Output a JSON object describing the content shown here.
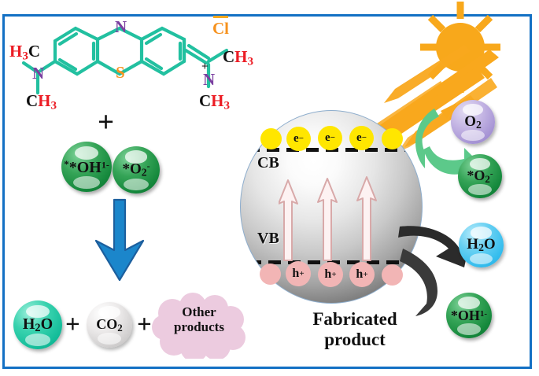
{
  "figure": {
    "title": "Photocatalytic degradation mechanism schematic",
    "border_color": "#1370c4"
  },
  "molecule": {
    "name": "methylene-blue",
    "labels": {
      "h3c_left": {
        "h": "H",
        "sub3": "3",
        "c": "C"
      },
      "n_left": "N",
      "ch3_left_bottom": {
        "c": "C",
        "h": "H",
        "sub3": "3"
      },
      "ring_n_top": "N",
      "ring_s_bottom": "S",
      "chloride": "Cl",
      "chloride_charge": "−",
      "n_right": "N",
      "n_right_charge": "+",
      "ch3_right_top": {
        "c": "C",
        "h": "H",
        "sub3": "3"
      },
      "ch3_right_bottom": {
        "c": "C",
        "h": "H",
        "sub3": "3"
      }
    },
    "colors": {
      "bond": "#22c0a0",
      "nitrogen": "#7b3fa0",
      "sulfur": "#f6921e",
      "chlorine": "#f6a81e",
      "carbon": "#101010",
      "hydrogen": "#ec1c24"
    }
  },
  "reactants": {
    "plus_symbol": "+",
    "radicals": [
      {
        "label": "*OH",
        "superscript": "1-",
        "color": "#15883c",
        "name": "hydroxyl-radical"
      },
      {
        "label": "*O",
        "subscript": "2",
        "superscript": "-",
        "color": "#15883c",
        "name": "superoxide-radical"
      }
    ]
  },
  "arrow_down": {
    "name": "degradation-arrow",
    "color": "#1b7fc4",
    "direction": "down"
  },
  "products": {
    "plus_symbol": "+",
    "items": [
      {
        "label": "H",
        "subscript": "2",
        "suffix": "O",
        "color": "#14bd9a",
        "name": "water-product"
      },
      {
        "label": "CO",
        "subscript": "2",
        "suffix": "",
        "color": "#d2d0d0",
        "name": "carbon-dioxide-product"
      }
    ],
    "cloud": {
      "line1": "Other",
      "line2": "products",
      "color": "#eccbdf"
    }
  },
  "catalyst": {
    "caption_line1": "Fabricated",
    "caption_line2": "product",
    "conduction_band_label": "CB",
    "valence_band_label": "VB",
    "electron_label": "e",
    "electron_charge": "−",
    "hole_label": "h",
    "hole_charge": "+",
    "electron_count": 5,
    "electron_labeled_count": 3,
    "hole_count": 5,
    "hole_labeled_count": 3,
    "excitation_arrow_count": 3,
    "electron_color": "#ffe600",
    "hole_color": "#f2b5b5"
  },
  "light": {
    "sun_name": "sun-icon",
    "sun_color": "#f8a81b",
    "ray_count": 8,
    "beam_count": 2,
    "beam_color": "#f9a81d"
  },
  "right_species": [
    {
      "label": "O",
      "subscript": "2",
      "superscript": "",
      "color": "#a593d4",
      "name": "oxygen-molecule"
    },
    {
      "label": "*O",
      "subscript": "2",
      "superscript": "-",
      "color": "#15883c",
      "name": "superoxide-radical-product"
    },
    {
      "label": "H",
      "subscript": "2",
      "suffix": "O",
      "color": "#35bdee",
      "name": "water-molecule"
    },
    {
      "label": "*OH",
      "superscript": "1-",
      "color": "#15883c",
      "name": "hydroxyl-radical-product"
    }
  ],
  "arrows": {
    "green": {
      "name": "oxygen-reduction-arrow",
      "color": "#5cc98a"
    },
    "black": {
      "name": "water-oxidation-arrow",
      "color": "#2b2b2b"
    }
  }
}
